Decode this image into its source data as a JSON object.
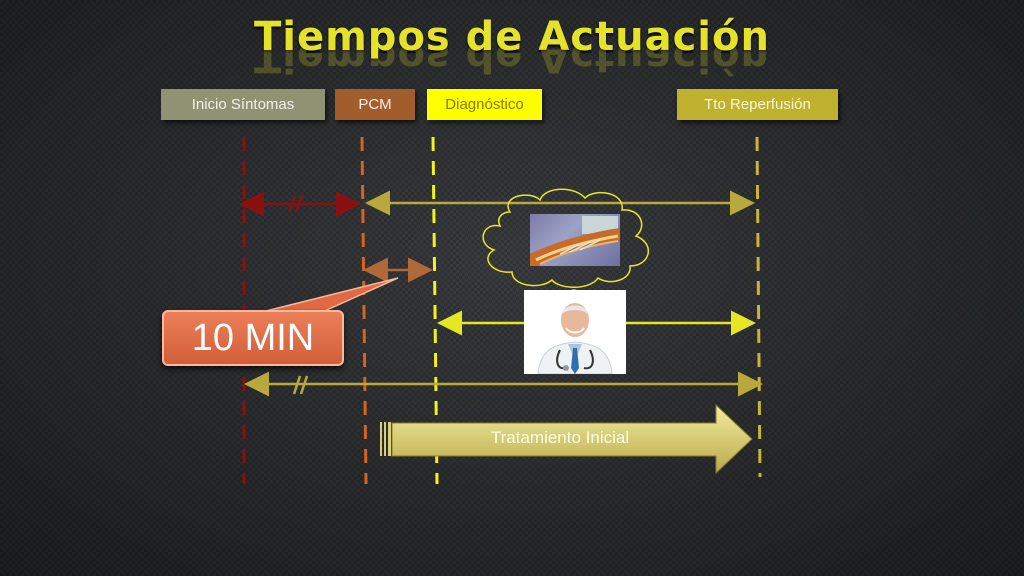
{
  "title": "Tiempos de Actuación",
  "phases": {
    "inicio": "Inicio Síntomas",
    "pcm": "PCM",
    "diagnostico": "Diagnóstico",
    "tto": "Tto Reperfusión"
  },
  "badge": "10 MIN",
  "treatment_arrow": "Tratamiento Inicial",
  "colors": {
    "title": "#e4e32a",
    "inicio": "#8f9373",
    "pcm": "#a15d2c",
    "diagnostico": "#ffff00",
    "tto": "#bfb12e",
    "badge": "#e06a43"
  },
  "images": {
    "artery": "artery-stent-illustration",
    "doctor": "doctor-photo"
  }
}
